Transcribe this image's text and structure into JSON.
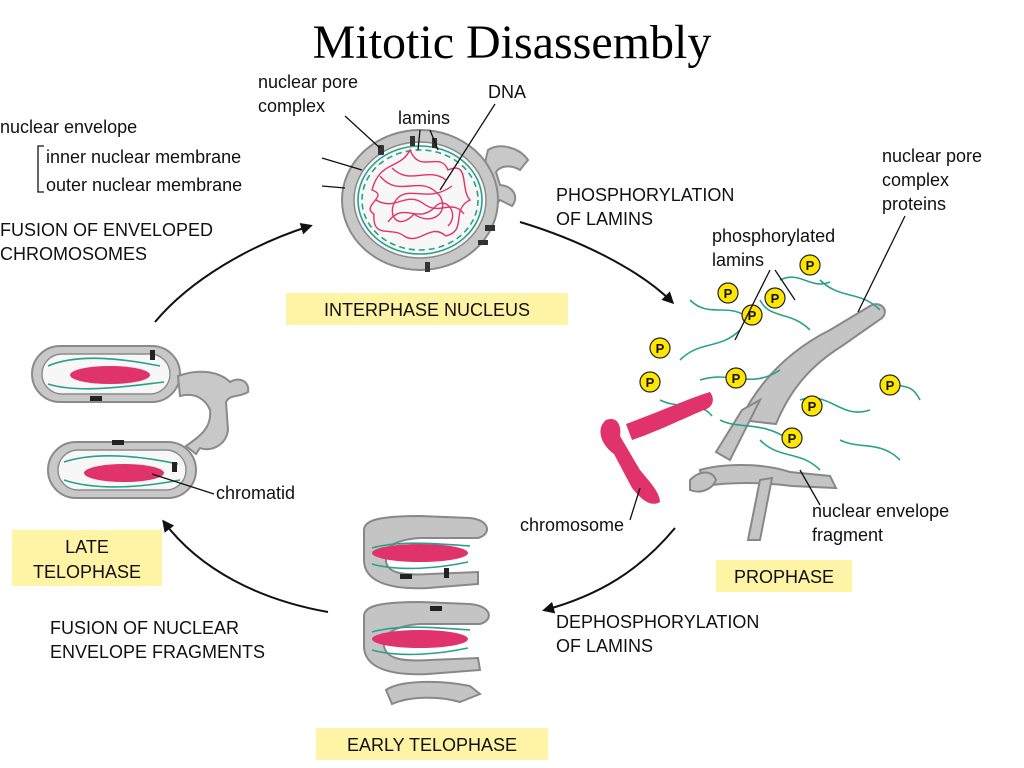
{
  "title": "Mitotic Disassembly",
  "labels": {
    "nuclear_pore_complex": [
      "nuclear pore",
      "complex"
    ],
    "dna": "DNA",
    "lamins": "lamins",
    "nuclear_envelope": "nuclear envelope",
    "inner_membrane": "inner nuclear membrane",
    "outer_membrane": "outer nuclear membrane",
    "phosphorylation": [
      "PHOSPHORYLATION",
      "OF LAMINS"
    ],
    "npc_proteins": [
      "nuclear pore",
      "complex",
      "proteins"
    ],
    "phosphorylated_lamins": [
      "phosphorylated",
      "lamins"
    ],
    "fusion_enveloped": [
      "FUSION OF ENVELOPED",
      "CHROMOSOMES"
    ],
    "chromatid": "chromatid",
    "chromosome": "chromosome",
    "nuclear_envelope_fragment": [
      "nuclear envelope",
      "fragment"
    ],
    "fusion_fragments": [
      "FUSION OF NUCLEAR",
      "ENVELOPE FRAGMENTS"
    ],
    "dephosphorylation": [
      "DEPHOSPHORYLATION",
      "OF LAMINS"
    ],
    "phospho_badge": "P"
  },
  "stages": {
    "interphase": "INTERPHASE NUCLEUS",
    "prophase": "PROPHASE",
    "late_telophase": [
      "LATE",
      "TELOPHASE"
    ],
    "early_telophase": "EARLY TELOPHASE"
  },
  "colors": {
    "envelope": "#c8c8c8",
    "lamins": "#2aa18c",
    "dna": "#e0336c",
    "highlight": "#fff3a6",
    "phospho": "#ffe600"
  }
}
